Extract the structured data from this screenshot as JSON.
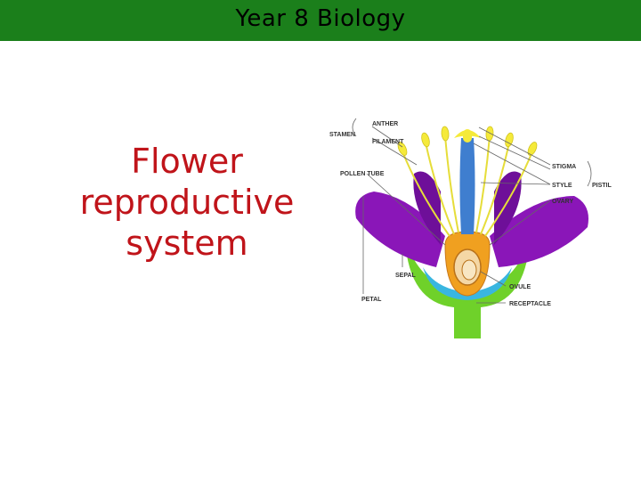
{
  "header": {
    "title": "Year 8 Biology"
  },
  "slide": {
    "title_lines": [
      "Flower",
      "reproductive",
      "system"
    ]
  },
  "diagram": {
    "labels": {
      "anther": "ANTHER",
      "stamen": "STAMEN",
      "filament": "FILAMENT",
      "pollen_tube": "POLLEN TUBE",
      "stigma": "STIGMA",
      "style": "STYLE",
      "pistil": "PISTIL",
      "ovary": "OVARY",
      "sepal": "SEPAL",
      "petal": "PETAL",
      "ovule": "OVULE",
      "receptacle": "RECEPTACLE"
    },
    "colors": {
      "petal": "#8a16b8",
      "stem": "#6fd12a",
      "anther": "#f5ea3a",
      "ovary": "#f0a020",
      "ovule": "#f4d7a5",
      "receptacle": "#39b6e0"
    }
  }
}
